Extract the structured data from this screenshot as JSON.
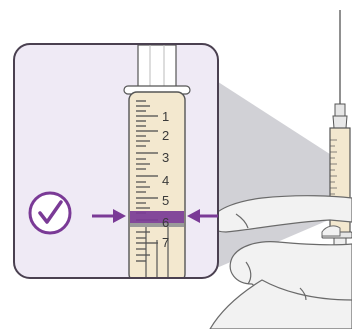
{
  "syringe_scale": {
    "marks": [
      "1",
      "2",
      "3",
      "4",
      "5",
      "6",
      "7"
    ],
    "highlighted_mark": "6"
  },
  "colors": {
    "panel_fill": "#efeaf5",
    "panel_border": "#4a4050",
    "accent_purple": "#7a3a96",
    "beam": "#c9c9cf",
    "barrel": "#f3e8cf",
    "skin": "#f2f2f2",
    "outline": "#4a4a4a"
  },
  "icons": {
    "status": "check-circle-icon",
    "left_pointer": "arrow-right-icon",
    "right_pointer": "arrow-left-icon"
  }
}
